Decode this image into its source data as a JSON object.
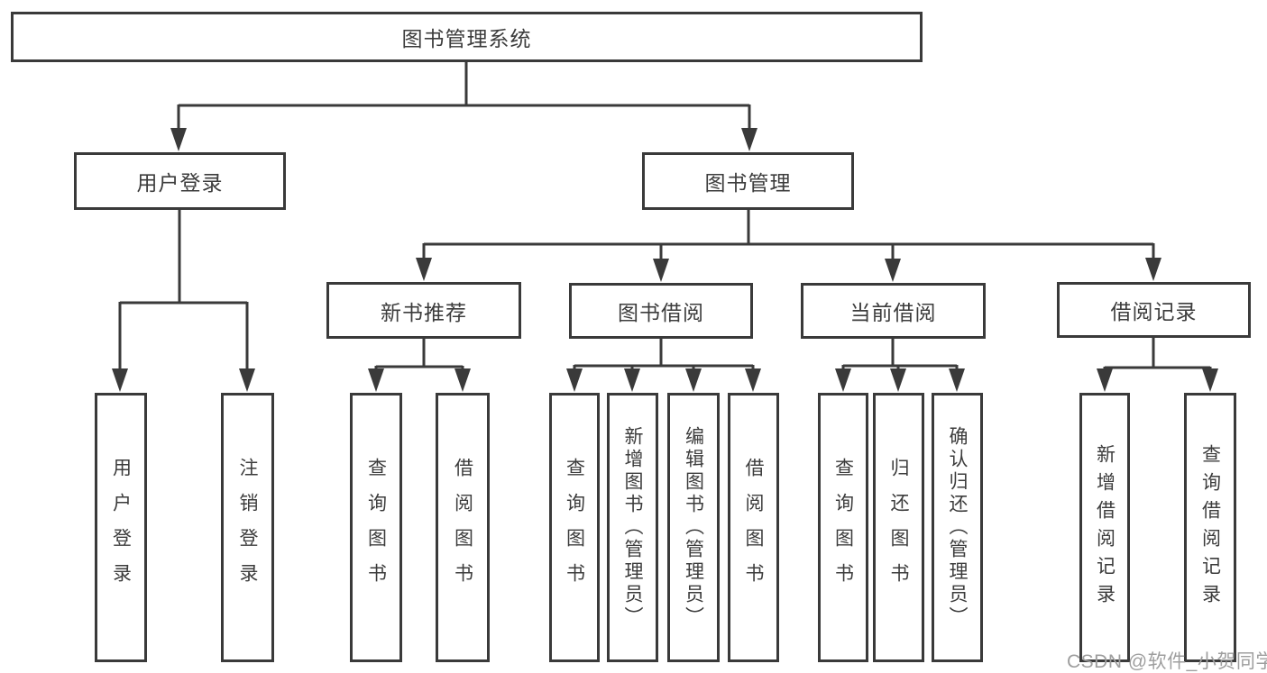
{
  "diagram": {
    "title": "图书管理系统",
    "watermark": "CSDN @软件_小贺同学",
    "colors": {
      "background": "#ffffff",
      "box_background": "#ffffff",
      "box_border": "#3a3a3a",
      "line": "#3a3a3a",
      "text": "#3c3c3c",
      "watermark": "#9e9e9e"
    },
    "nodes": [
      {
        "id": "root",
        "label": "图书管理系统",
        "level": 1,
        "parent": null,
        "orientation": "horizontal"
      },
      {
        "id": "user-login",
        "label": "用户登录",
        "level": 2,
        "parent": "root",
        "orientation": "horizontal"
      },
      {
        "id": "book-management",
        "label": "图书管理",
        "level": 2,
        "parent": "root",
        "orientation": "horizontal"
      },
      {
        "id": "new-book-recommend",
        "label": "新书推荐",
        "level": 3,
        "parent": "book-management",
        "orientation": "horizontal"
      },
      {
        "id": "book-borrowing",
        "label": "图书借阅",
        "level": 3,
        "parent": "book-management",
        "orientation": "horizontal"
      },
      {
        "id": "current-borrowing",
        "label": "当前借阅",
        "level": 3,
        "parent": "book-management",
        "orientation": "horizontal"
      },
      {
        "id": "borrowing-records",
        "label": "借阅记录",
        "level": 3,
        "parent": "book-management",
        "orientation": "horizontal"
      },
      {
        "id": "leaf-user-login",
        "label": "用户登录",
        "level": 4,
        "parent": "user-login",
        "orientation": "vertical"
      },
      {
        "id": "leaf-logout",
        "label": "注销登录",
        "level": 4,
        "parent": "user-login",
        "orientation": "vertical"
      },
      {
        "id": "leaf-query-books-1",
        "label": "查询图书",
        "level": 4,
        "parent": "new-book-recommend",
        "orientation": "vertical"
      },
      {
        "id": "leaf-borrow-books-1",
        "label": "借阅图书",
        "level": 4,
        "parent": "new-book-recommend",
        "orientation": "vertical"
      },
      {
        "id": "leaf-query-books-2",
        "label": "查询图书",
        "level": 4,
        "parent": "book-borrowing",
        "orientation": "vertical"
      },
      {
        "id": "leaf-add-books",
        "label": "新增图书（管理员）",
        "level": 4,
        "parent": "book-borrowing",
        "orientation": "vertical"
      },
      {
        "id": "leaf-edit-books",
        "label": "编辑图书（管理员）",
        "level": 4,
        "parent": "book-borrowing",
        "orientation": "vertical"
      },
      {
        "id": "leaf-borrow-books-2",
        "label": "借阅图书",
        "level": 4,
        "parent": "book-borrowing",
        "orientation": "vertical"
      },
      {
        "id": "leaf-query-books-3",
        "label": "查询图书",
        "level": 4,
        "parent": "current-borrowing",
        "orientation": "vertical"
      },
      {
        "id": "leaf-return-books",
        "label": "归还图书",
        "level": 4,
        "parent": "current-borrowing",
        "orientation": "vertical"
      },
      {
        "id": "leaf-confirm-return",
        "label": "确认归还（管理员）",
        "level": 4,
        "parent": "current-borrowing",
        "orientation": "vertical"
      },
      {
        "id": "leaf-add-borrow-record",
        "label": "新增借阅记录",
        "level": 4,
        "parent": "borrowing-records",
        "orientation": "vertical"
      },
      {
        "id": "leaf-query-borrow-record",
        "label": "查询借阅记录",
        "level": 4,
        "parent": "borrowing-records",
        "orientation": "vertical"
      }
    ]
  }
}
